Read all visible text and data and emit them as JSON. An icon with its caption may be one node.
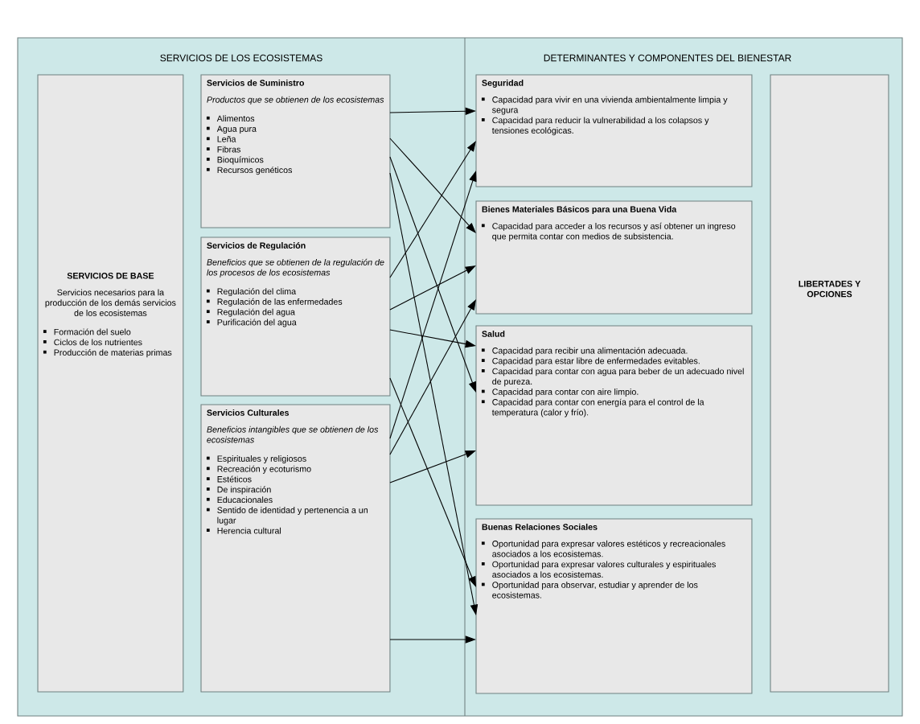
{
  "diagram": {
    "nodes": [
      {
        "text": [
          "SERVICIOS DE BASE",
          "Servicios necesarios para la producción de los demás servicios de los ecosistemas",
          "Formación del suelo",
          "Ciclos de los nutrientes",
          "Producción de materias primas"
        ]
      },
      {
        "text": [
          "Servicios de Suministro",
          "Productos que se obtienen de los ecosistemas",
          "Alimentos",
          "Agua pura",
          "Leña",
          "Fibras",
          "Bioquímicos",
          "Recursos genéticos"
        ]
      },
      {
        "text": [
          "Servicios de Regulación",
          "Beneficios que se obtienen de la regulación de los procesos de los ecosistemas",
          "Regulación del clima",
          "Regulación de las enfermedades",
          "Regulación del agua",
          "Purificación del agua"
        ]
      },
      {
        "text": [
          "Servicios Culturales",
          "Beneficios intangibles que se obtienen de los ecosistemas",
          "Espirituales y religiosos",
          "Recreación y ecoturismo",
          "Estéticos",
          "De inspiración",
          "Educacionales",
          "Sentido de identidad y pertenencia a un lugar",
          "Herencia cultural"
        ]
      },
      {
        "text": [
          "Seguridad",
          "Capacidad para vivir en una vivienda ambientalmente limpia y segura",
          "Capacidad para reducir la vulnerabilidad a los colapsos y tensiones ecológicas."
        ]
      },
      {
        "text": [
          "Bienes Materiales Básicos para una Buena Vida",
          "Capacidad para acceder a los recursos y así obtener un ingreso que permita contar con medios de subsistencia."
        ]
      },
      {
        "text": [
          "Salud",
          "Capacidad para recibir una alimentación adecuada.",
          "Capacidad para estar libre de enfermedades evitables.",
          "Capacidad para contar con agua para beber de un adecuado nivel de pureza.",
          "Capacidad para contar con aire limpio.",
          "Capacidad para contar con energía para el control de la temperatura (calor y frío)."
        ]
      },
      {
        "text": [
          "Buenas Relaciones Sociales",
          "Oportunidad para expresar valores estéticos y recreacionales asociados a los ecosistemas.",
          "Oportunidad para expresar valores culturales y espirituales asociados a los ecosistemas.",
          "Oportunidad para observar, estudiar y aprender de los ecosistemas."
        ]
      },
      {
        "text": [
          "LIBERTADES Y OPCIONES"
        ]
      }
    ],
    "edges": [
      {
        "from": 1,
        "to": 4,
        "arrow": "to"
      },
      {
        "from": 1,
        "to": 5,
        "arrow": "to"
      },
      {
        "from": 1,
        "to": 6,
        "arrow": "to"
      },
      {
        "from": 1,
        "to": 7,
        "arrow": "to"
      },
      {
        "from": 2,
        "to": 4,
        "arrow": "to"
      },
      {
        "from": 2,
        "to": 5,
        "arrow": "to"
      },
      {
        "from": 2,
        "to": 6,
        "arrow": "to"
      },
      {
        "from": 2,
        "to": 7,
        "arrow": "to"
      },
      {
        "from": 3,
        "to": 4,
        "arrow": "to"
      },
      {
        "from": 3,
        "to": 5,
        "arrow": "to"
      },
      {
        "from": 3,
        "to": 6,
        "arrow": "to"
      },
      {
        "from": 3,
        "to": 7,
        "arrow": "to"
      }
    ],
    "labels": [
      "SERVICIOS DE LOS ECOSISTEMAS",
      "DETERMINANTES Y COMPONENTES DEL BIENESTAR"
    ]
  }
}
